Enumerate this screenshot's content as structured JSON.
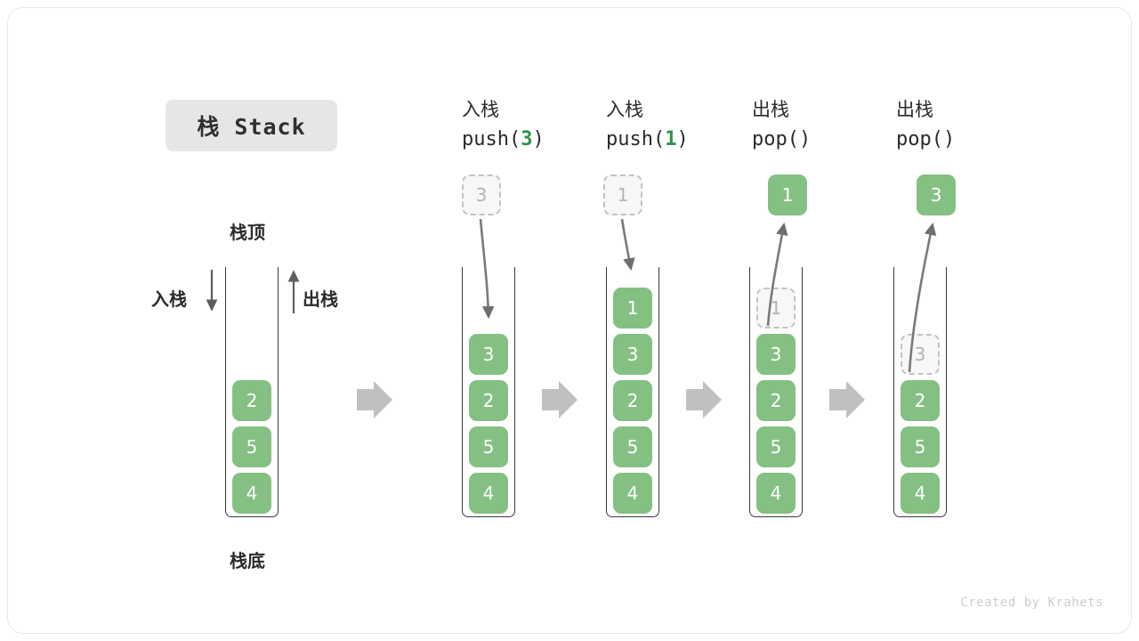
{
  "title": {
    "text": "栈 Stack"
  },
  "labels": {
    "top": "栈顶",
    "bottom": "栈底",
    "push_side": "入栈",
    "pop_side": "出栈"
  },
  "colors": {
    "element_green": "#85c083",
    "accent_green": "#2e9448",
    "ghost_fill": "#f7f7f7",
    "ghost_border": "#c3c3c3",
    "ghost_text": "#b3b3b3",
    "container_border": "#3b3b3b",
    "arrow_gray": "#c0c0c0",
    "curve_gray": "#6e6e6e",
    "chip_bg": "#e6e6e6",
    "text_dark": "#2b2b2b"
  },
  "steps": [
    {
      "id": "initial",
      "header_cn": "",
      "header_code": "",
      "stack": [
        "2",
        "5",
        "4"
      ],
      "float": null
    },
    {
      "id": "push-3",
      "header_cn": "入栈",
      "header_code_prefix": "push(",
      "header_code_num": "3",
      "header_code_suffix": ")",
      "stack": [
        "3",
        "2",
        "5",
        "4"
      ],
      "float": {
        "value": "3",
        "style": "ghost"
      }
    },
    {
      "id": "push-1",
      "header_cn": "入栈",
      "header_code_prefix": "push(",
      "header_code_num": "1",
      "header_code_suffix": ")",
      "stack": [
        "1",
        "3",
        "2",
        "5",
        "4"
      ],
      "float": {
        "value": "1",
        "style": "ghost"
      }
    },
    {
      "id": "pop-1",
      "header_cn": "出栈",
      "header_code_prefix": "pop(",
      "header_code_num": "",
      "header_code_suffix": ")",
      "stack": [
        "1",
        "3",
        "2",
        "5",
        "4"
      ],
      "ghost_top_count": 1,
      "float": {
        "value": "1",
        "style": "solid"
      }
    },
    {
      "id": "pop-3",
      "header_cn": "出栈",
      "header_code_prefix": "pop(",
      "header_code_num": "",
      "header_code_suffix": ")",
      "stack": [
        "3",
        "2",
        "5",
        "4"
      ],
      "ghost_top_count": 1,
      "float": {
        "value": "3",
        "style": "solid"
      }
    }
  ],
  "footer": {
    "credit": "Created by Krahets"
  }
}
